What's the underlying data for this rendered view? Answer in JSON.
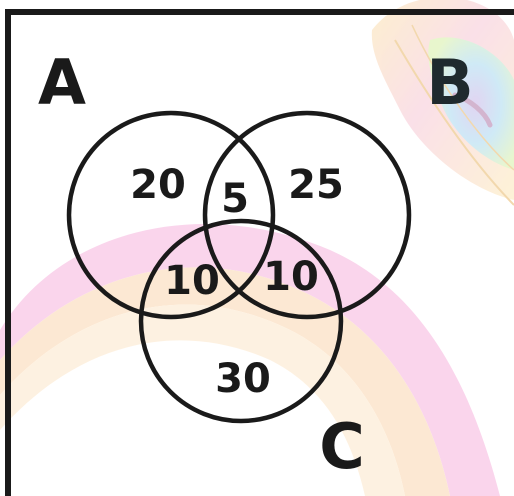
{
  "diagram": {
    "type": "venn-3",
    "colors": {
      "stroke": "#1a1a1a",
      "text": "#1a1a1a",
      "label_b": "#1f2a2e",
      "background": "#ffffff"
    },
    "sets": {
      "a": "A",
      "b": "B",
      "c": "C"
    },
    "regions": {
      "a_only": "20",
      "a_and_b": "5",
      "b_only": "25",
      "a_and_c": "10",
      "b_and_c": "10",
      "c_only": "30"
    }
  }
}
